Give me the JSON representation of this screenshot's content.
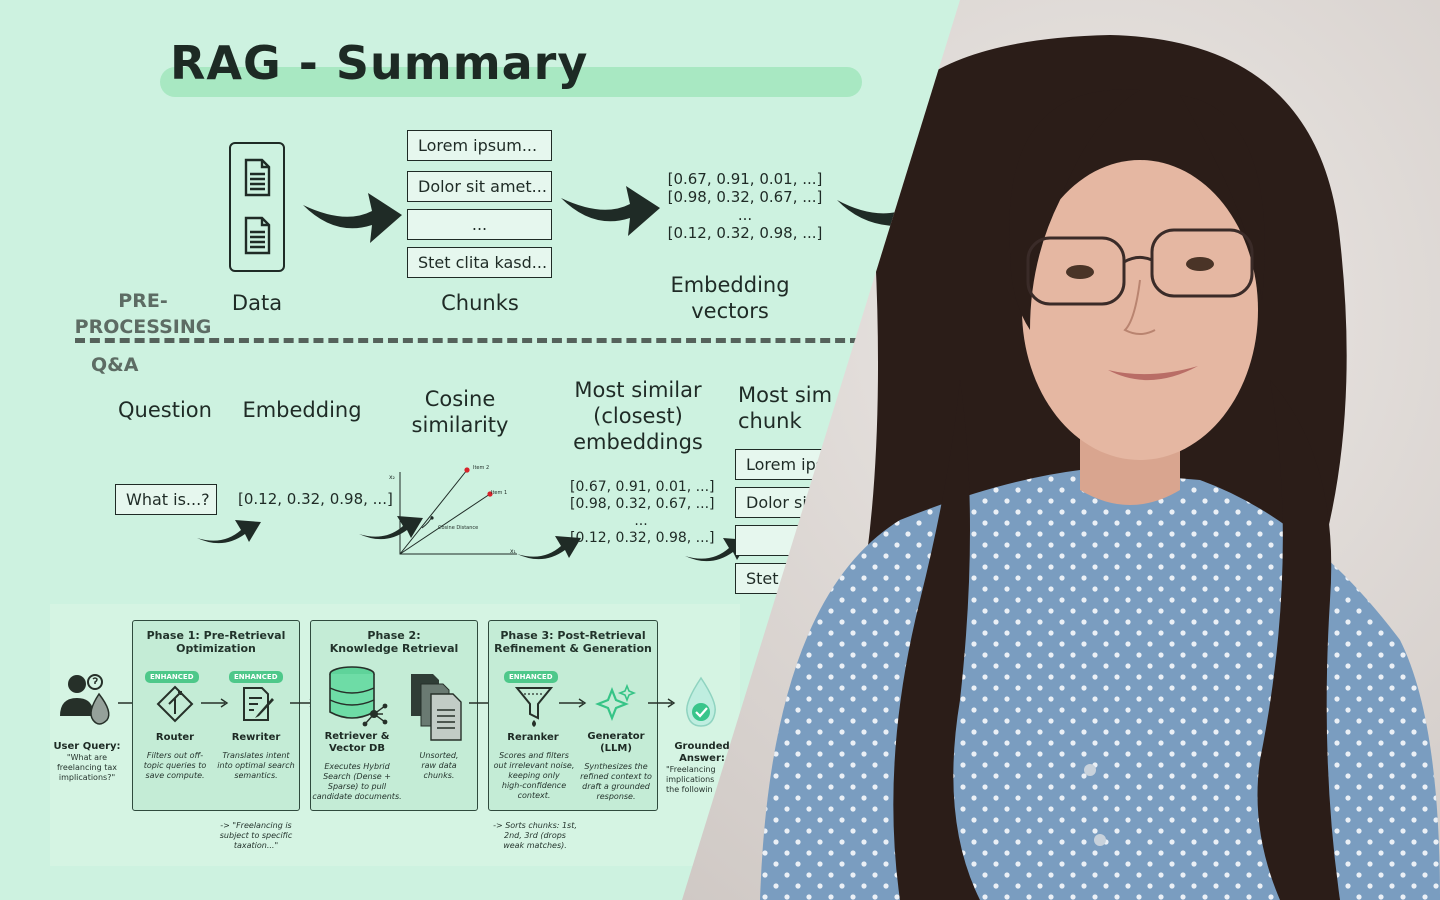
{
  "title": "RAG - Summary",
  "sections": {
    "preprocessing": "PRE-\nPROCESSING",
    "qa": "Q&A"
  },
  "pre": {
    "data_label": "Data",
    "chunks_label": "Chunks",
    "chunks": [
      "Lorem ipsum...",
      "Dolor sit amet...",
      "...",
      "Stet clita kasd..."
    ],
    "embedding_label": "Embedding\nvectors",
    "vectors": "[0.67, 0.91, 0.01, ...]\n[0.98, 0.32, 0.67, ...]\n...\n[0.12, 0.32, 0.98, ...]"
  },
  "qa": {
    "question_label": "Question",
    "question_box": "What is...?",
    "embedding_label": "Embedding",
    "embedding_vec": "[0.12, 0.32, 0.98, ...]",
    "cosine_label": "Cosine\nsimilarity",
    "cosine_chart": {
      "item2": "Item 2",
      "item1": "Item 1",
      "distance": "Cosine Distance",
      "y_axis": "x₂",
      "x_axis": "x₁"
    },
    "most_similar_label": "Most similar\n(closest)\nembeddings",
    "most_similar_vec": "[0.67, 0.91, 0.01, ...]\n[0.98, 0.32, 0.67, ...]\n...\n[0.12, 0.32, 0.98, ...]",
    "chunks_label": "Most sim\nchunk",
    "chunks": [
      "Lorem ips",
      "Dolor sit",
      "",
      "Stet"
    ]
  },
  "pipeline": {
    "user_query": {
      "name": "User Query:",
      "desc": "\"What are\nfreelancing tax\nimplications?\""
    },
    "phase1": {
      "title": "Phase 1: Pre-Retrieval\nOptimization",
      "badge": "ENHANCED",
      "router": {
        "name": "Router",
        "desc": "Filters out off-\ntopic queries to\nsave compute."
      },
      "rewriter": {
        "name": "Rewriter",
        "desc": "Translates intent\ninto optimal search\nsemantics."
      },
      "note": "-> \"Freelancing is\nsubject to specific\ntaxation...\""
    },
    "phase2": {
      "title": "Phase 2:\nKnowledge Retrieval",
      "retriever": {
        "name": "Retriever &\nVector DB",
        "desc": "Executes Hybrid\nSearch (Dense +\nSparse) to pull\ncandidate documents."
      },
      "raw": {
        "desc": "Unsorted,\nraw data\nchunks."
      }
    },
    "phase3": {
      "title": "Phase 3: Post-Retrieval\nRefinement & Generation",
      "badge": "ENHANCED",
      "reranker": {
        "name": "Reranker",
        "desc": "Scores and filters\nout irrelevant noise,\nkeeping only\nhigh-confidence\ncontext."
      },
      "generator": {
        "name": "Generator\n(LLM)",
        "desc": "Synthesizes the\nrefined context to\ndraft a grounded\nresponse."
      },
      "note": "-> Sorts chunks: 1st,\n2nd, 3rd (drops\nweak matches)."
    },
    "answer": {
      "name": "Grounded\nAnswer:",
      "desc": "\"Freelancing\nimplications\nthe followin"
    }
  },
  "colors": {
    "background": "#cdf2e0",
    "accent": "#a8e8c2",
    "badge": "#4ec88a",
    "ink": "#1f2b26"
  }
}
